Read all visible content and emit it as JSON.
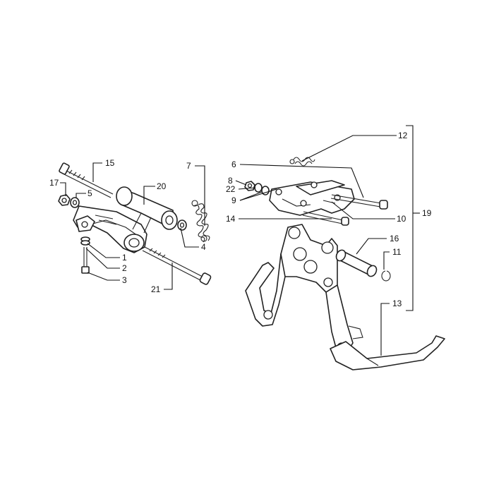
{
  "callouts": {
    "c1": "1",
    "c2": "2",
    "c3": "3",
    "c4": "4",
    "c5": "5",
    "c6": "6",
    "c7": "7",
    "c8": "8",
    "c9": "9",
    "c10": "10",
    "c11": "11",
    "c12": "12",
    "c13": "13",
    "c14": "14",
    "c15": "15",
    "c16": "16",
    "c17": "17",
    "c19": "19",
    "c20": "20",
    "c21": "21",
    "c22": "22"
  },
  "colors": {
    "line": "#222222",
    "background": "#ffffff"
  }
}
